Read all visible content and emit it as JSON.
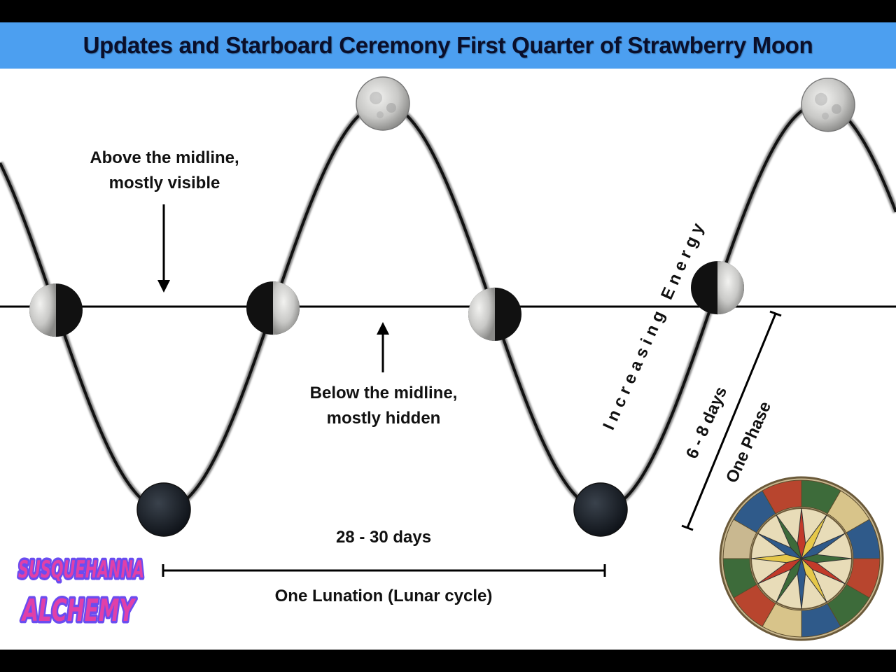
{
  "title": "Updates and Starboard Ceremony First Quarter of Strawberry Moon",
  "annotations": {
    "above": [
      "Above the midline,",
      "mostly visible"
    ],
    "below": [
      "Below the midline,",
      "mostly hidden"
    ],
    "lunation_days": "28 - 30 days",
    "lunation_label": "One Lunation (Lunar cycle)",
    "increasing_energy": "Increasing Energy",
    "phase_days": "6 - 8 days",
    "phase_label": "One Phase"
  },
  "logo": {
    "text": [
      "SUSQUEHANNA",
      "ALCHEMY"
    ],
    "colors": {
      "fill": "#e040a8",
      "glow": "#6a4cf0"
    }
  },
  "colors": {
    "title_bar": "#4c9ff0",
    "wave": "#111111"
  }
}
